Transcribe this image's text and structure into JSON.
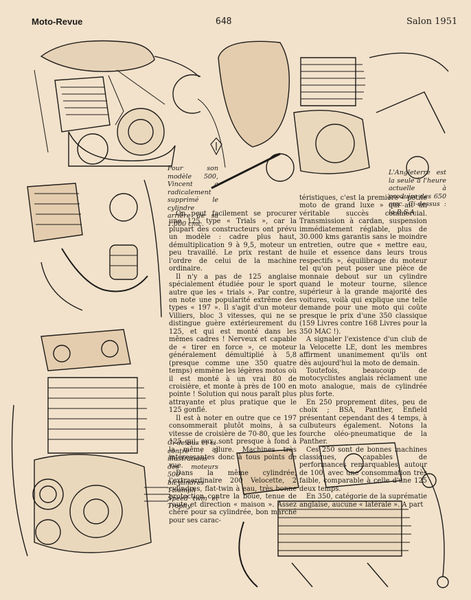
{
  "header": {
    "magazine": "Moto-Revue",
    "page_number": "648",
    "section": "Salon 1951"
  },
  "captions": {
    "vincent": "Pour son modèle 500, Vincent a radicalement supprimé le cylindre arrière de sa 1.000 cmc.",
    "bsa": "L'Angleterre est la seule à l'heure actuelle à produire des 650 cmc. Ci-dessus : la B.S.A.",
    "triumph": "Ci-dessus et ci-contre : 3 illustrations des moteurs 500 bicylindres Triumph Speed twin et Trophy."
  },
  "article": {
    "left_column": [
      "On peut facilement se procurer une 125 type « Trials », car la plupart des constructeurs ont prévu un modèle : cadre plus haut, démultiplication 9 à 9,5, moteur un peu travaillé. Le prix restant de l'ordre de celui de la machine ordinaire.",
      "Il n'y a pas de 125 anglaise spécialement étudiée pour le sport autre que les « trials ». Par contre, on note une popularité extrême des types « 197 ». Il s'agit d'un moteur Villiers, bloc 3 vitesses, qui ne se distingue guère extérieurement du 125, et qui est monté dans les mêmes cadres ! Nerveux et capable de « tirer en force », ce moteur généralement démultiplié à 5,8 (presque comme une 350 quatre temps) emmène les légères motos où il est monté à un vrai 80 de croisière, et monte à près de 100 en pointe ! Solution qui nous paraît plus attrayante et plus pratique que le 125 gonflé.",
      "Il est à noter en outre que ce 197 consommerait plutôt moins, à sa vitesse de croisière de 70-80, que les 125 qui, eux, sont presque à fond à la même allure. Machines très intéressantes donc à tous points de vue.",
      "Dans la même cylindrée, l'extraordinaire 200 Velocette, 2 cylindres, flat-twin à eau, très bonne protection contre la boue, tenue de route et direction « maison ». Assez chère pour sa cylindrée, bon marché pour ses carac-"
    ],
    "right_column": [
      "téristiques, c'est la première « petite moto de grand luxe » qui ait un véritable succès commercial. Transmission à cardan, suspension immédiatement réglable, plus de 30.000 kms garantis sans le moindre entretien, outre que « mettre eau, huile et essence dans leurs trous respectifs », équilibrage du moteur tel qu'on peut poser une pièce de monnaie debout sur un cylindre quand le moteur tourne, silence supérieur à la grande majorité des voitures, voilà qui explique une telle demande pour une moto qui coûte presque le prix d'une 350 classique (159 Livres contre 168 Livres pour la 350 MAC !).",
      "A signaler l'existence d'un club de la Velocette LE, dont les membres affirment unanimement qu'ils ont dès aujourd'hui la moto de demain.",
      "Toutefois, beaucoup de motocyclistes anglais réclament une moto analogue, mais de cylindrée plus forte.",
      "En 250 proprement dites, peu de choix ; BSA, Panther, Enfield présentant cependant des 4 temps, à culbuteurs également. Notons la fourche oléo-pneumatique de la Panther.",
      "Ces 250 sont de bonnes machines classiques, capables de performances remarquables, autour de 100, avec une consommation très faible, comparable à celle d'une 125 deux temps.",
      "En 350, catégorie de la suprématie anglaise, aucune « latérale ». A part"
    ]
  },
  "colors": {
    "paper": "#f2e2cb",
    "ink": "#1d1b19"
  }
}
